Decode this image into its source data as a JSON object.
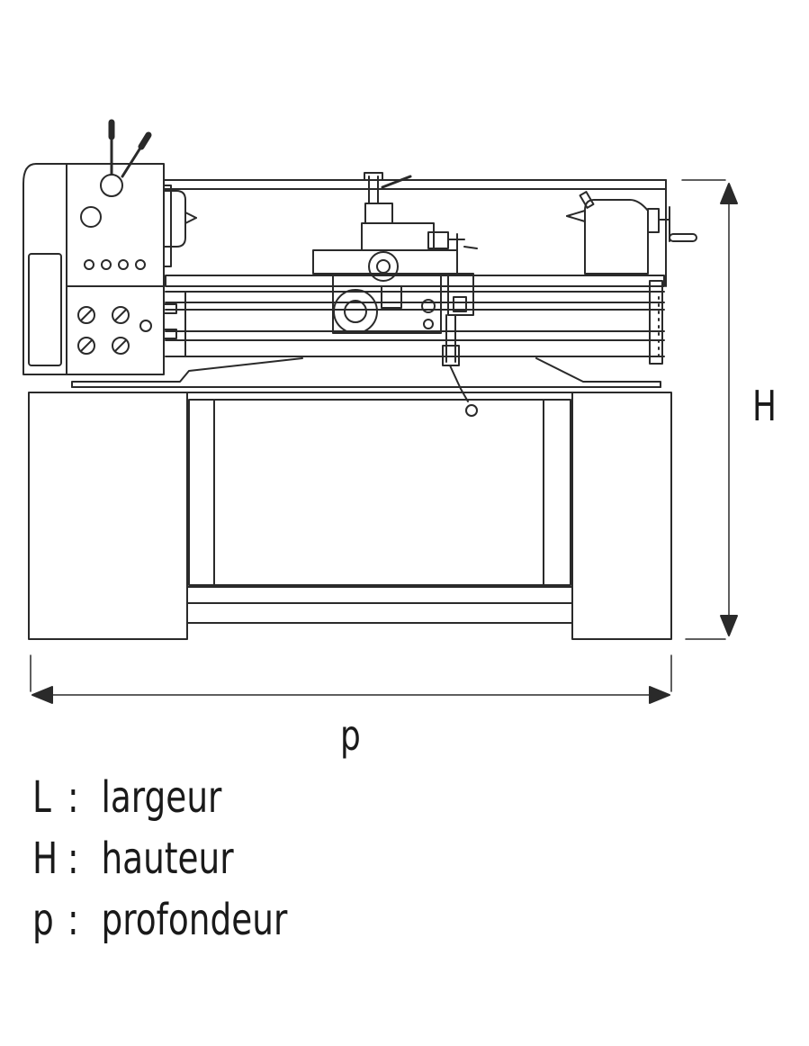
{
  "dimensions": {
    "height_symbol": "H",
    "depth_symbol": "p"
  },
  "legend": [
    {
      "symbol": "L",
      "separator": ":",
      "text": "largeur"
    },
    {
      "symbol": "H",
      "separator": ":",
      "text": "hauteur"
    },
    {
      "symbol": "p",
      "separator": ":",
      "text": "profondeur"
    }
  ],
  "colors": {
    "line": "#2a2a2a",
    "background": "#ffffff"
  }
}
